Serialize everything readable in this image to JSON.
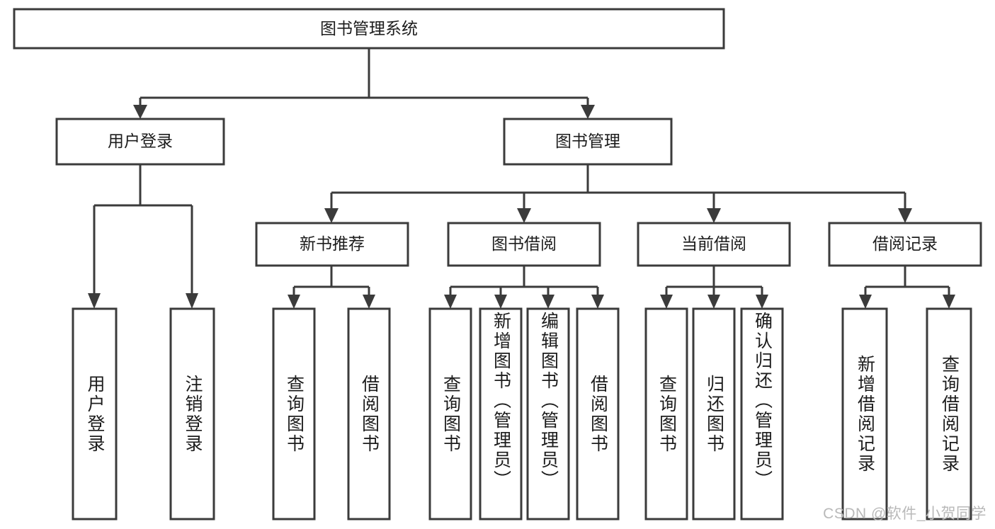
{
  "diagram": {
    "type": "tree-hierarchy",
    "title_node": {
      "label": "图书管理系统"
    },
    "level2": [
      {
        "id": "user-login",
        "label": "用户登录"
      },
      {
        "id": "book-manage",
        "label": "图书管理"
      }
    ],
    "level3": [
      {
        "id": "new-book-rec",
        "label": "新书推荐"
      },
      {
        "id": "book-borrow",
        "label": "图书借阅"
      },
      {
        "id": "current-borrow",
        "label": "当前借阅"
      },
      {
        "id": "borrow-record",
        "label": "借阅记录"
      }
    ],
    "leaves": {
      "user_login": [
        {
          "id": "leaf-user-login",
          "label": "用户登录"
        },
        {
          "id": "leaf-logout",
          "label": "注销登录"
        }
      ],
      "new_book_rec": [
        {
          "id": "leaf-query-book-1",
          "label": "查询图书"
        },
        {
          "id": "leaf-borrow-book-1",
          "label": "借阅图书"
        }
      ],
      "book_borrow": [
        {
          "id": "leaf-query-book-2",
          "label": "查询图书"
        },
        {
          "id": "leaf-add-book",
          "label": "新增图书（管理员）"
        },
        {
          "id": "leaf-edit-book",
          "label": "编辑图书（管理员）"
        },
        {
          "id": "leaf-borrow-book-2",
          "label": "借阅图书"
        }
      ],
      "current_borrow": [
        {
          "id": "leaf-query-book-3",
          "label": "查询图书"
        },
        {
          "id": "leaf-return-book",
          "label": "归还图书"
        },
        {
          "id": "leaf-confirm-return",
          "label": "确认归还（管理员）"
        }
      ],
      "borrow_record": [
        {
          "id": "leaf-add-record",
          "label": "新增借阅记录"
        },
        {
          "id": "leaf-query-record",
          "label": "查询借阅记录"
        }
      ]
    },
    "edges": [
      {
        "from": "图书管理系统",
        "to": "用户登录"
      },
      {
        "from": "图书管理系统",
        "to": "图书管理"
      },
      {
        "from": "用户登录",
        "to": "用户登录"
      },
      {
        "from": "用户登录",
        "to": "注销登录"
      },
      {
        "from": "图书管理",
        "to": "新书推荐"
      },
      {
        "from": "图书管理",
        "to": "图书借阅"
      },
      {
        "from": "图书管理",
        "to": "当前借阅"
      },
      {
        "from": "图书管理",
        "to": "借阅记录"
      },
      {
        "from": "新书推荐",
        "to": "查询图书"
      },
      {
        "from": "新书推荐",
        "to": "借阅图书"
      },
      {
        "from": "图书借阅",
        "to": "查询图书"
      },
      {
        "from": "图书借阅",
        "to": "新增图书（管理员）"
      },
      {
        "from": "图书借阅",
        "to": "编辑图书（管理员）"
      },
      {
        "from": "图书借阅",
        "to": "借阅图书"
      },
      {
        "from": "当前借阅",
        "to": "查询图书"
      },
      {
        "from": "当前借阅",
        "to": "归还图书"
      },
      {
        "from": "当前借阅",
        "to": "确认归还（管理员）"
      },
      {
        "from": "借阅记录",
        "to": "新增借阅记录"
      },
      {
        "from": "借阅记录",
        "to": "查询借阅记录"
      }
    ],
    "colors": {
      "stroke": "#3b3b3b",
      "fill": "#ffffff",
      "text": "#1c1c1c",
      "watermark": "#b9b9b9"
    }
  },
  "watermark": {
    "text": "CSDN @软件_小贺同学"
  }
}
